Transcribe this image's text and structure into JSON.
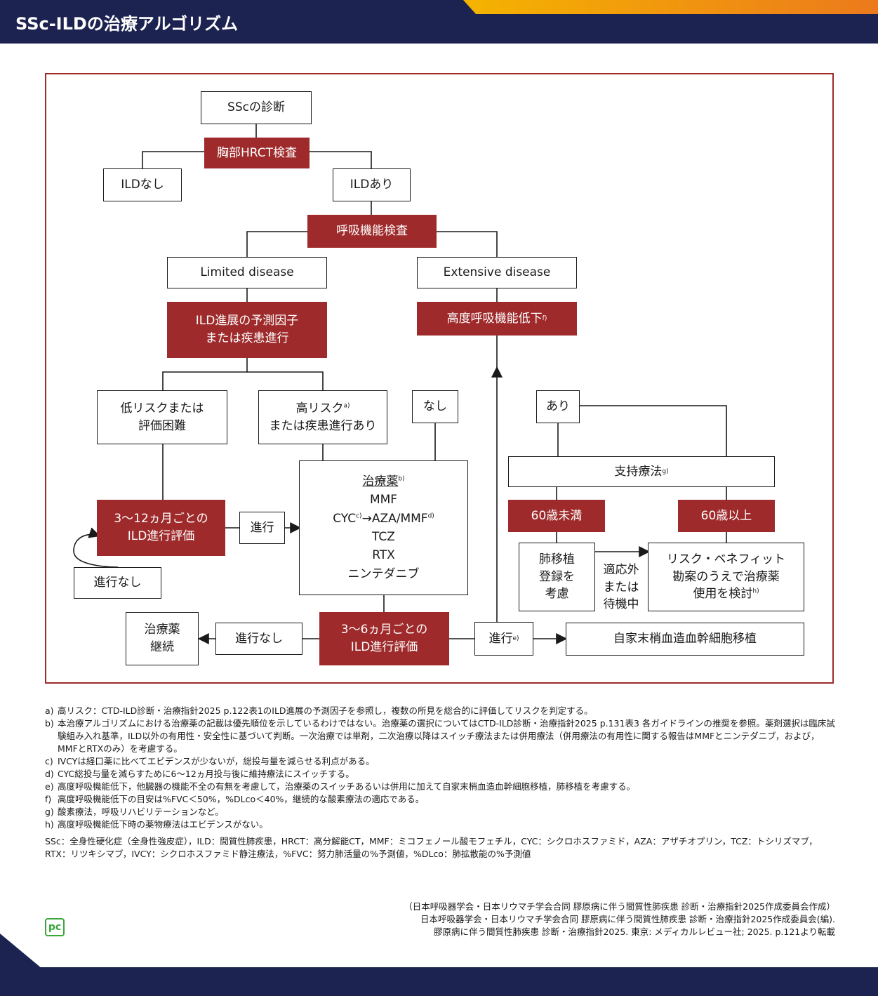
{
  "header": {
    "title": "SSc-ILDの治療アルゴリズム",
    "color": "#1c2350",
    "accent_colors": [
      "#f5b400",
      "#ec7a1c"
    ]
  },
  "colors": {
    "red_box": "#9e2a2b",
    "frame": "#9e2a2b",
    "logo": "#3aa63a"
  },
  "flow": {
    "ssc_diagnosis": "SScの診断",
    "hrct": "胸部HRCT検査",
    "no_ild": "ILDなし",
    "ild_present": "ILDあり",
    "pft": "呼吸機能検査",
    "limited": "Limited disease",
    "extensive": "Extensive disease",
    "predictors_l1": "ILD進展の予測因子",
    "predictors_l2": "または疾患進行",
    "severe_resp": "高度呼吸機能低下",
    "severe_resp_sup": "f)",
    "low_risk_l1": "低リスクまたは",
    "low_risk_l2": "評価困難",
    "high_risk_l1": "高リスク",
    "high_risk_sup": "a)",
    "high_risk_l2": "または疾患進行あり",
    "none": "なし",
    "present": "あり",
    "drugs_title": "治療薬",
    "drugs_title_sup": "b)",
    "drug_mmf": "MMF",
    "drug_cyc": "CYC",
    "drug_cyc_sup": "c)",
    "drug_arrow": "→",
    "drug_aza_mmf": "AZA/MMF",
    "drug_aza_sup": "d)",
    "drug_tcz": "TCZ",
    "drug_rtx": "RTX",
    "drug_nin": "ニンテダニブ",
    "supportive": "支持療法",
    "supportive_sup": "g)",
    "eval_3_12_l1": "3〜12ヵ月ごとの",
    "eval_3_12_l2": "ILD進行評価",
    "progression": "進行",
    "no_progression": "進行なし",
    "under60": "60歳未満",
    "over60": "60歳以上",
    "transplant_l1": "肺移植",
    "transplant_l2": "登録を",
    "transplant_l3": "考慮",
    "ineligible_l1": "適応外",
    "ineligible_l2": "または",
    "ineligible_l3": "待機中",
    "risk_benefit_l1": "リスク・ベネフィット",
    "risk_benefit_l2": "勘案のうえで治療薬",
    "risk_benefit_l3": "使用を検討",
    "risk_benefit_sup": "h)",
    "continue_l1": "治療薬",
    "continue_l2": "継続",
    "no_progression2": "進行なし",
    "eval_3_6_l1": "3〜6ヵ月ごとの",
    "eval_3_6_l2": "ILD進行評価",
    "progression2": "進行",
    "progression2_sup": "e)",
    "ahsct": "自家末梢血造血幹細胞移植"
  },
  "notes": [
    {
      "key": "a)",
      "text": "高リスク：CTD-ILD診断・治療指針2025 p.122表1のILD進展の予測因子を参照し，複数の所見を総合的に評価してリスクを判定する。"
    },
    {
      "key": "b)",
      "text": "本治療アルゴリズムにおける治療薬の記載は優先順位を示しているわけではない。治療薬の選択についてはCTD-ILD診断・治療指針2025 p.131表3 各ガイドラインの推奨を参照。薬剤選択は臨床試験組み入れ基準，ILD以外の有用性・安全性に基づいて判断。一次治療では単剤，二次治療以降はスイッチ療法または併用療法（併用療法の有用性に関する報告はMMFとニンテダニブ，および，MMFとRTXのみ）を考慮する。"
    },
    {
      "key": "c)",
      "text": "IVCYは経口薬に比べてエビデンスが少ないが，総投与量を減らせる利点がある。"
    },
    {
      "key": "d)",
      "text": "CYC総投与量を減らすために6〜12ヵ月投与後に維持療法にスイッチする。"
    },
    {
      "key": "e)",
      "text": "高度呼吸機能低下，他臓器の機能不全の有無を考慮して，治療薬のスイッチあるいは併用に加えて自家末梢血造血幹細胞移植，肺移植を考慮する。"
    },
    {
      "key": "f)",
      "text": "高度呼吸機能低下の目安は%FVC＜50%，%DLco＜40%，継続的な酸素療法の適応である。"
    },
    {
      "key": "g)",
      "text": "酸素療法，呼吸リハビリテーションなど。"
    },
    {
      "key": "h)",
      "text": "高度呼吸機能低下時の薬物療法はエビデンスがない。"
    }
  ],
  "abbreviations": [
    "SSc：全身性硬化症（全身性強皮症），ILD：間質性肺疾患，HRCT：高分解能CT，MMF：ミコフェノール酸モフェチル，CYC：シクロホスファミド，AZA：アザチオプリン，TCZ：トシリズマブ，",
    "RTX：リツキシマブ，IVCY：シクロホスファミド静注療法，%FVC：努力肺活量の%予測値，%DLco：肺拡散能の%予測値"
  ],
  "credits": [
    "（日本呼吸器学会・日本リウマチ学会合同 膠原病に伴う間質性肺疾患 診断・治療指針2025作成委員会作成）",
    "日本呼吸器学会・日本リウマチ学会合同 膠原病に伴う間質性肺疾患 診断・治療指針2025作成委員会(編).",
    "膠原病に伴う間質性肺疾患 診断・治療指針2025. 東京: メディカルレビュー社; 2025. p.121より転載"
  ],
  "logo": {
    "text": "pc"
  }
}
